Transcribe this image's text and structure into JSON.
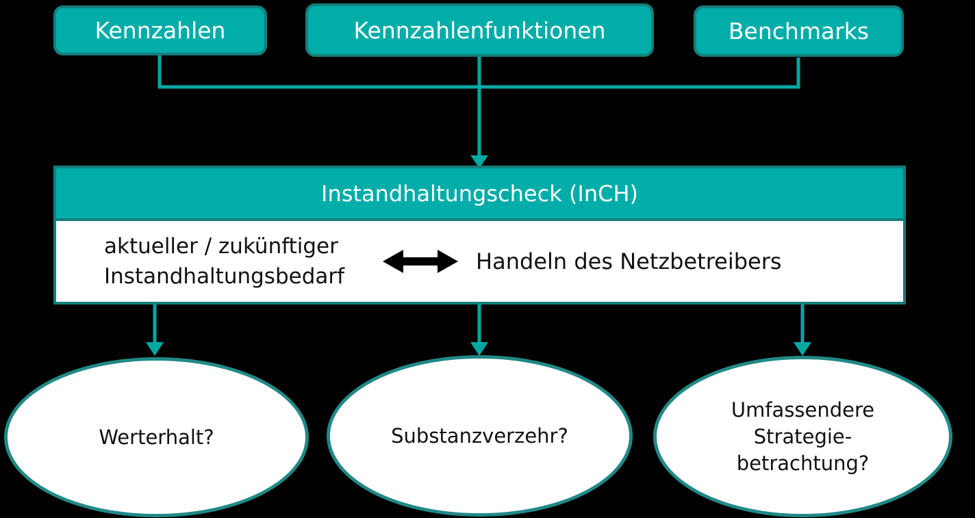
{
  "colors": {
    "background": "#000000",
    "shape_fill": "#00ADA9",
    "shape_border": "#157F7C",
    "ellipse_border": "#218985",
    "connector": "#00A8A4",
    "text_on_teal": "#FFFFFF",
    "text_dark": "#111111",
    "ellipse_fill": "#FFFFFF",
    "body_arrow": "#000000"
  },
  "top_nodes": [
    {
      "label": "Kennzahlen"
    },
    {
      "label": "Kennzahlenfunktionen"
    },
    {
      "label": "Benchmarks"
    }
  ],
  "inch": {
    "title": "Instandhaltungscheck (InCH)",
    "left_lines": [
      "aktueller / zukünftiger",
      "Instandhaltungsbedarf"
    ],
    "arrow_icon": "double-headed-arrow",
    "right_text": "Handeln des Netzbetreibers"
  },
  "ellipses": [
    {
      "lines": [
        "Werterhalt?"
      ]
    },
    {
      "lines": [
        "Substanzverzehr?"
      ]
    },
    {
      "lines": [
        "Umfassendere",
        "Strategie-",
        "betrachtung?"
      ]
    }
  ]
}
